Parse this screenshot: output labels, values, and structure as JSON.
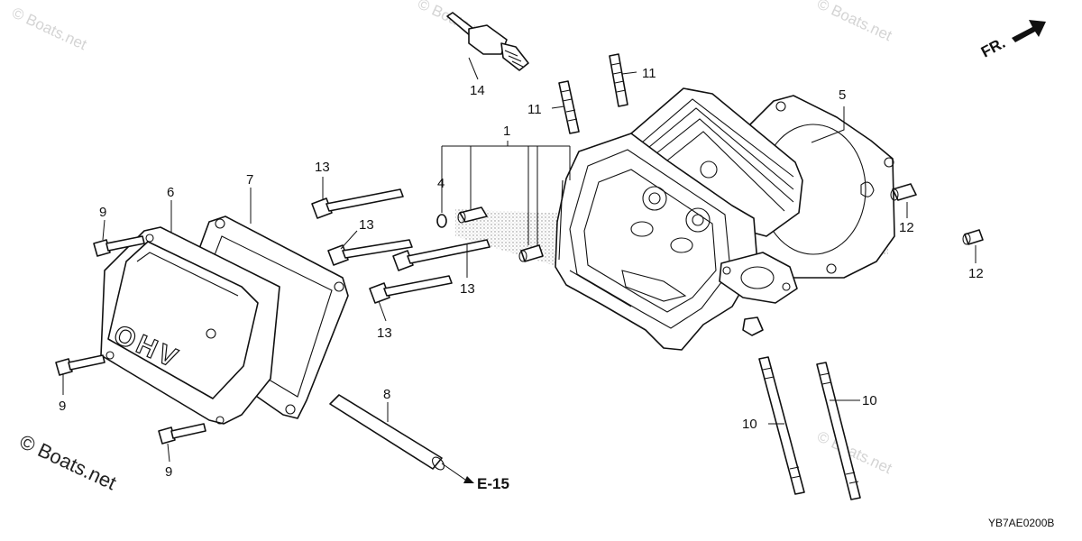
{
  "diagram": {
    "callouts": {
      "c1": "1",
      "c4": "4",
      "c5": "5",
      "c6": "6",
      "c7": "7",
      "c8": "8",
      "c9a": "9",
      "c9b": "9",
      "c9c": "9",
      "c10a": "10",
      "c10b": "10",
      "c11a": "11",
      "c11b": "11",
      "c12a": "12",
      "c12b": "12",
      "c13a": "13",
      "c13b": "13",
      "c13c": "13",
      "c13d": "13",
      "c14": "14"
    },
    "reference": "E-15",
    "front_indicator": "FR.",
    "cover_lettering": "OHV",
    "diagram_code": "YB7AE0200B",
    "watermark": "© Boats.net"
  }
}
